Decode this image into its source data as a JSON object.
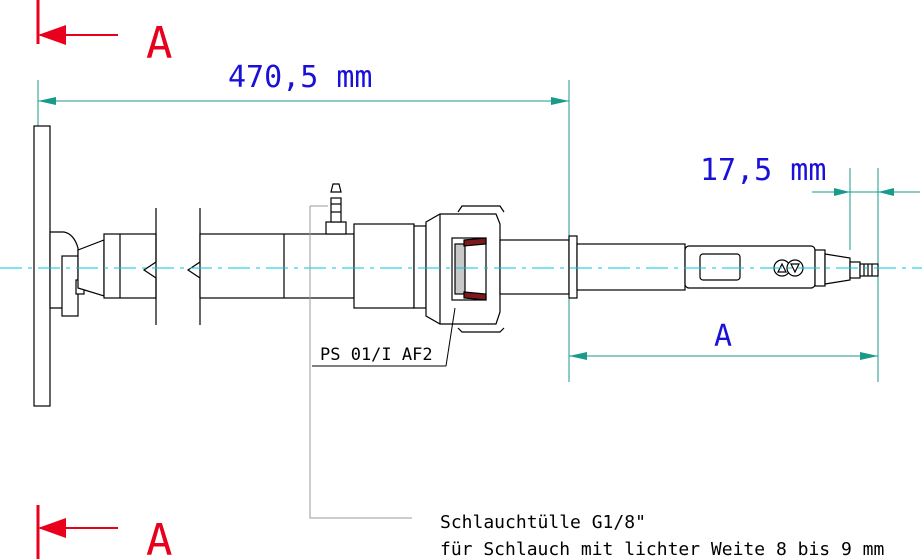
{
  "section_marker": {
    "label": "A",
    "color": "#e8001c"
  },
  "dimensions": {
    "overall_length": "470,5 mm",
    "offset": "17,5 mm",
    "right_span": "A",
    "dimension_color": "#1a10d8",
    "extension_color": "#1a9a8a"
  },
  "callouts": {
    "part_number": "PS 01/I AF2",
    "hose_fitting_line1": "Schlauchtülle G1/8\"",
    "hose_fitting_line2": "für Schlauch mit lichter Weite 8 bis 9 mm"
  },
  "centerline_color": "#00c8d8"
}
